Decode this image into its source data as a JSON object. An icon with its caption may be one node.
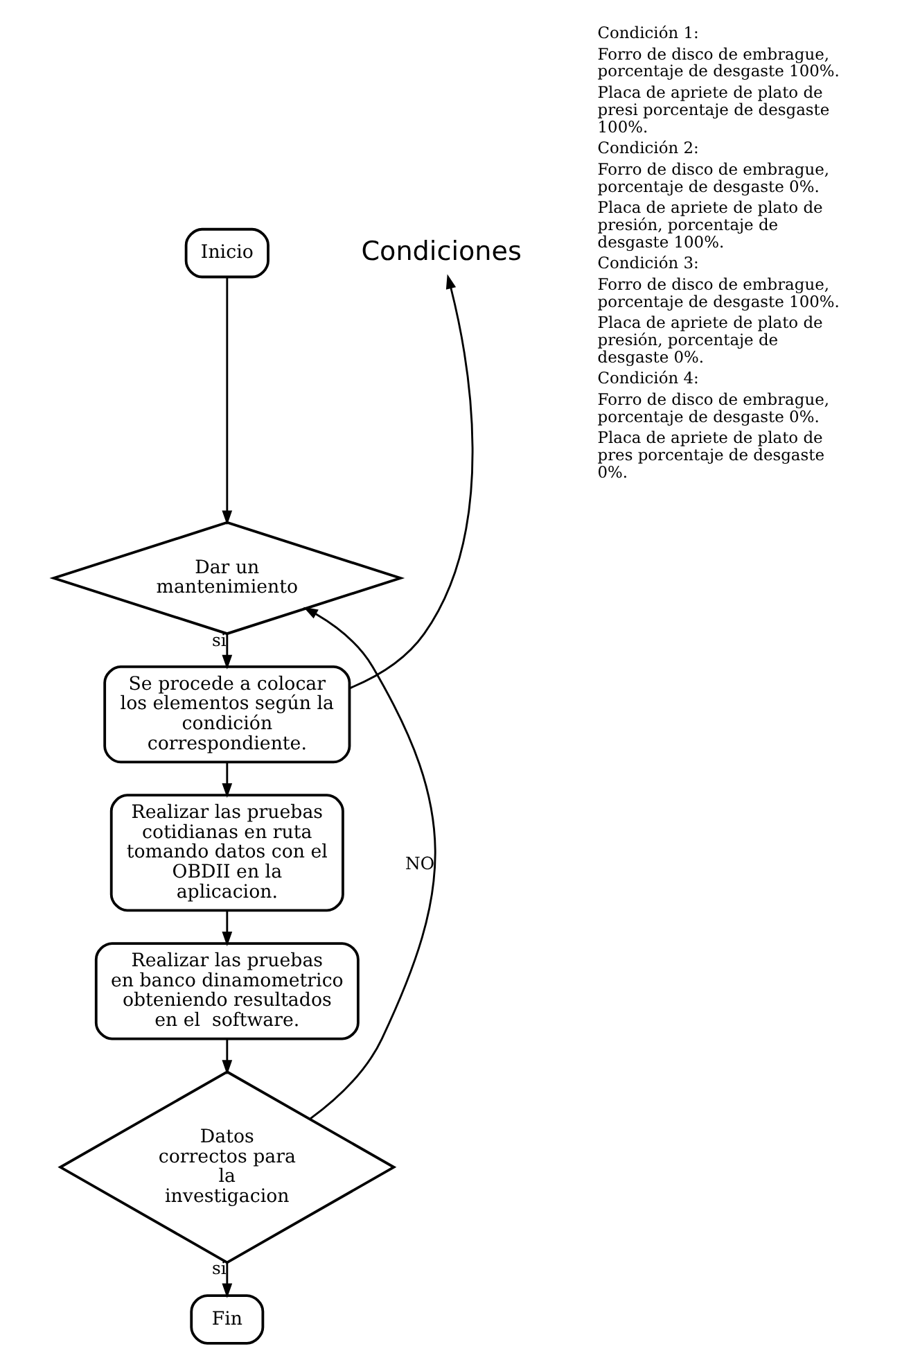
{
  "diagram": {
    "nodes": [
      {
        "text": [
          "Inicio"
        ]
      },
      {
        "text": [
          "Dar un mantenimiento"
        ]
      },
      {
        "text": [
          "Se procede a colocar los elementos según la condición correspondiente."
        ]
      },
      {
        "text": [
          "Condiciones"
        ]
      },
      {
        "text": [
          "Realizar las pruebas cotidianas en ruta tomando datos con el OBDII en la aplicacion."
        ]
      },
      {
        "text": [
          "Realizar las pruebas en banco dinamometrico obteniendo resultados en el  software."
        ]
      },
      {
        "text": [
          "Datos correctos para la investigacion"
        ]
      },
      {
        "text": [
          "Fin"
        ]
      }
    ],
    "edges": [
      {
        "from": 0,
        "to": 1,
        "arrow": "to"
      },
      {
        "from": 1,
        "to": 2,
        "arrow": "to",
        "label": "si"
      },
      {
        "from": 2,
        "to": 3,
        "arrow": "to"
      },
      {
        "from": 2,
        "to": 4,
        "arrow": "to"
      },
      {
        "from": 4,
        "to": 5,
        "arrow": "to"
      },
      {
        "from": 5,
        "to": 6,
        "arrow": "to"
      },
      {
        "from": 6,
        "to": 7,
        "arrow": "to",
        "label": "si"
      },
      {
        "from": 6,
        "to": 1,
        "arrow": "to",
        "label": "NO"
      }
    ],
    "labels": [
      "Condición 1:",
      "Forro de disco de embrague, porcentaje de desgaste 100%.",
      "Placa de apriete de plato de presi porcentaje de desgaste 100%.",
      "Condición 2:",
      "Forro de disco de embrague, porcentaje de desgaste 0%.",
      "Placa de apriete de plato de presión, porcentaje de desgaste 100%.",
      "Condición 3:",
      "Forro de disco de embrague, porcentaje de desgaste 100%.",
      "Placa de apriete de plato de presión, porcentaje de desgaste 0%.",
      "Condición 4:",
      "Forro de disco de embrague, porcentaje de desgaste 0%.",
      "Placa de apriete de plato de pres porcentaje de desgaste 0%."
    ]
  }
}
